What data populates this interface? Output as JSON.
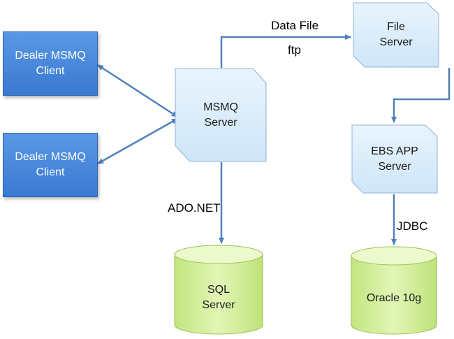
{
  "colors": {
    "client_fill": "#4a88dc",
    "server_fill": "#dbeefb",
    "db_fill": "#d4ef9f",
    "db_top": "#eaf8c4",
    "connector": "#4f81bd"
  },
  "nodes": {
    "dealer_client_1": {
      "line1": "Dealer MSMQ",
      "line2": "Client"
    },
    "dealer_client_2": {
      "line1": "Dealer MSMQ",
      "line2": "Client"
    },
    "msmq_server": {
      "line1": "MSMQ",
      "line2": "Server"
    },
    "file_server": {
      "line1": "File",
      "line2": "Server"
    },
    "ebs_app_server": {
      "line1": "EBS APP",
      "line2": "Server"
    },
    "sql_server": {
      "line1": "SQL",
      "line2": "Server"
    },
    "oracle_db": {
      "line1": "Oracle 10g"
    }
  },
  "edge_labels": {
    "data_file": "Data File",
    "ftp": "ftp",
    "ado_net": "ADO.NET",
    "jdbc": "JDBC"
  }
}
